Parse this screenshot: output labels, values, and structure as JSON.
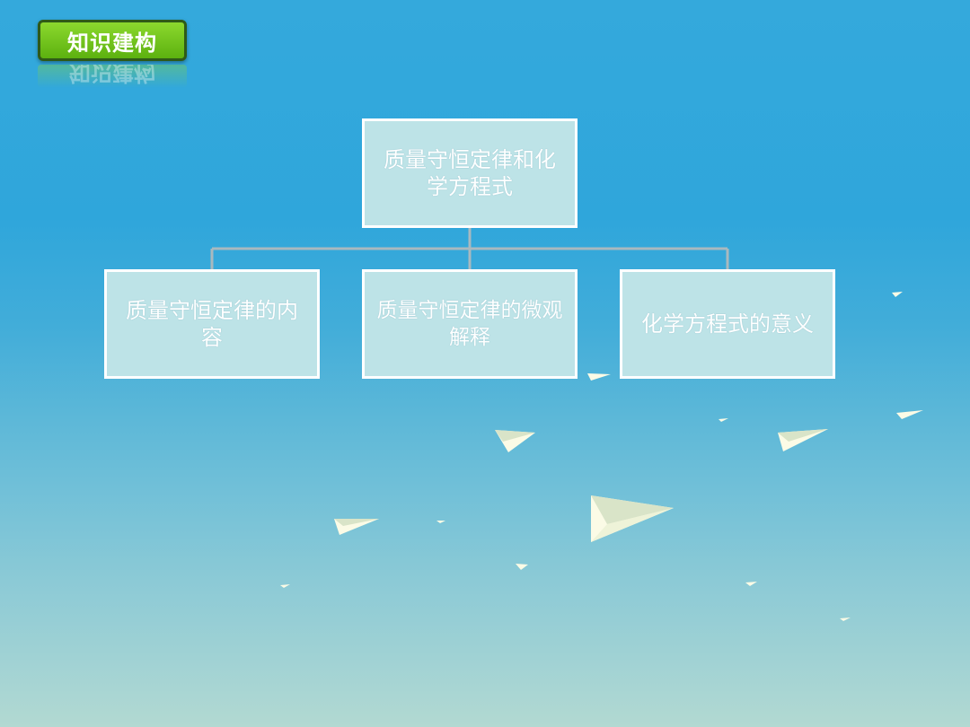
{
  "header": {
    "tag_label": "知识建构"
  },
  "diagram": {
    "root": "质量守恒定律和化学方程式",
    "children": [
      "质量守恒定律的内容",
      "质量守恒定律的微观解释",
      "化学方程式的意义"
    ]
  },
  "colors": {
    "box_fill": "#bde3e7",
    "box_border": "#ffffff",
    "connector": "#a9b9bf",
    "tag_green": "#7ccc22"
  },
  "decorations": {
    "icon": "paper-plane-icon"
  }
}
